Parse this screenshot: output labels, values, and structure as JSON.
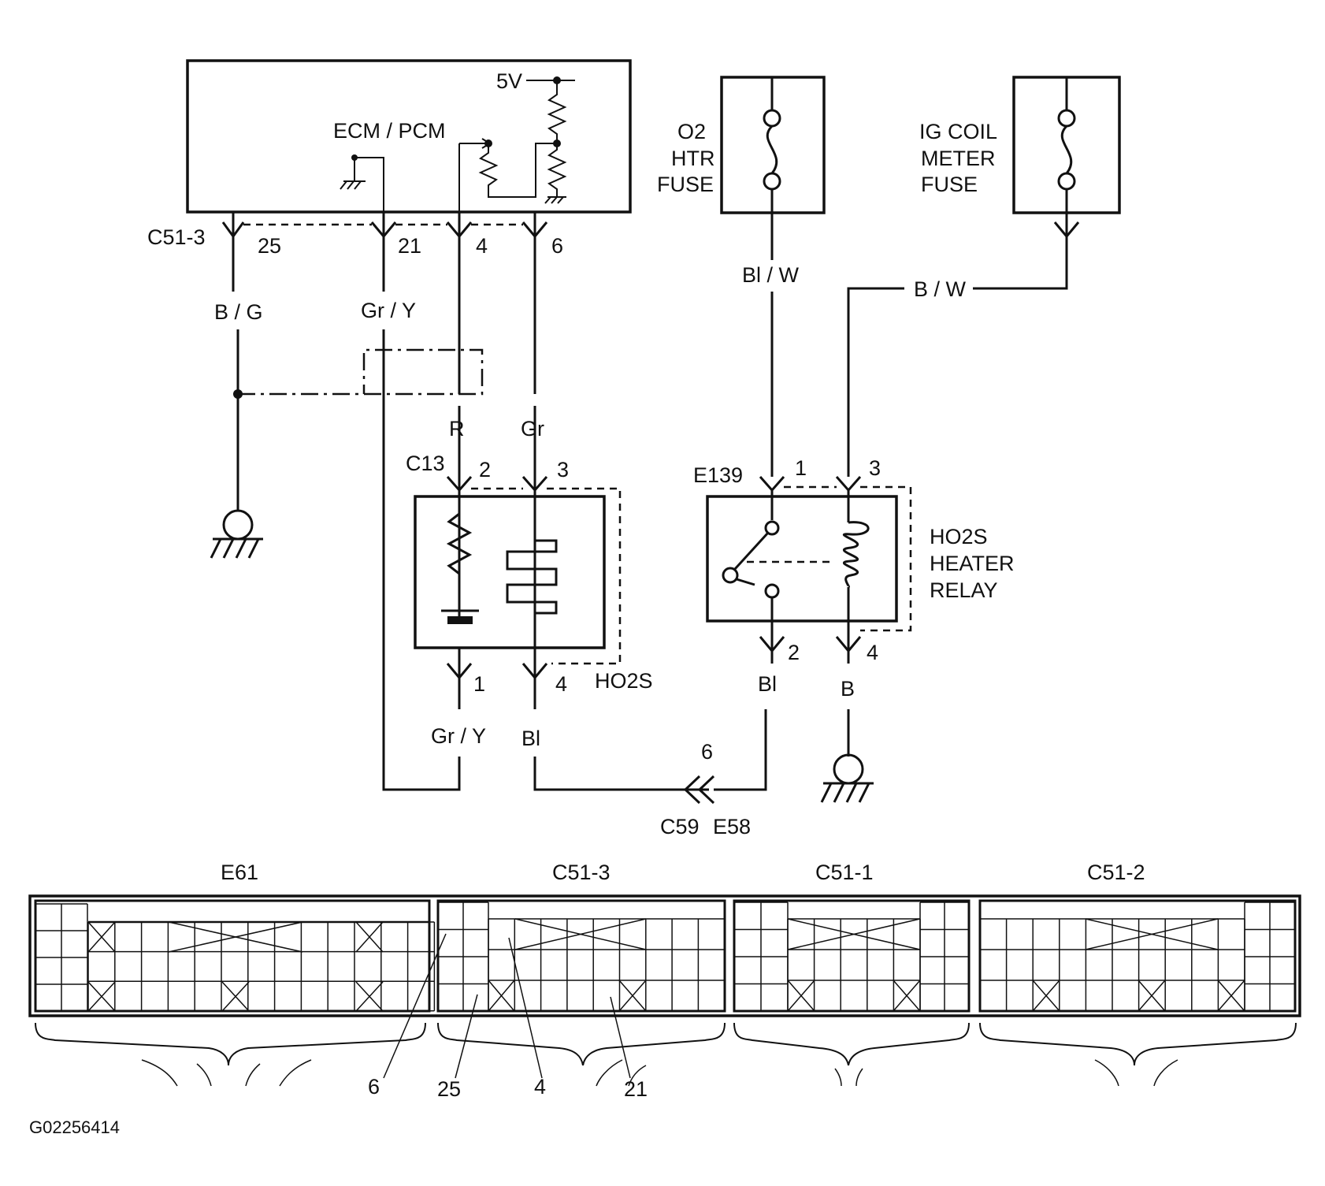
{
  "ecm": {
    "label": "ECM / PCM",
    "voltage": "5V"
  },
  "o2_fuse": {
    "lines": [
      "O2",
      "HTR",
      "FUSE"
    ]
  },
  "ig_fuse": {
    "lines": [
      "IG COIL",
      "METER",
      "FUSE"
    ]
  },
  "connectors": {
    "c51_3": "C51-3",
    "c13": "C13",
    "e139": "E139",
    "c59": "C59",
    "e58": "E58"
  },
  "pins": {
    "ecm": [
      "25",
      "21",
      "4",
      "6"
    ],
    "ho2s_top": [
      "2",
      "3"
    ],
    "ho2s_bottom": [
      "1",
      "4"
    ],
    "relay_top": [
      "1",
      "3"
    ],
    "relay_bottom": [
      "2",
      "4"
    ],
    "c59": "6"
  },
  "wires": {
    "bg": "B / G",
    "gry_top": "Gr / Y",
    "r": "R",
    "gr": "Gr",
    "blw": "Bl / W",
    "bw": "B / W",
    "gry_bottom": "Gr / Y",
    "bl_ho2s": "Bl",
    "bl_relay": "Bl",
    "b_relay": "B"
  },
  "components": {
    "ho2s": "HO2S",
    "relay": [
      "HO2S",
      "HEATER",
      "RELAY"
    ]
  },
  "connector_view": {
    "labels": [
      "E61",
      "C51-3",
      "C51-1",
      "C51-2"
    ],
    "pin_callouts": [
      "6",
      "25",
      "4",
      "21"
    ]
  },
  "figure_id": "G02256414"
}
